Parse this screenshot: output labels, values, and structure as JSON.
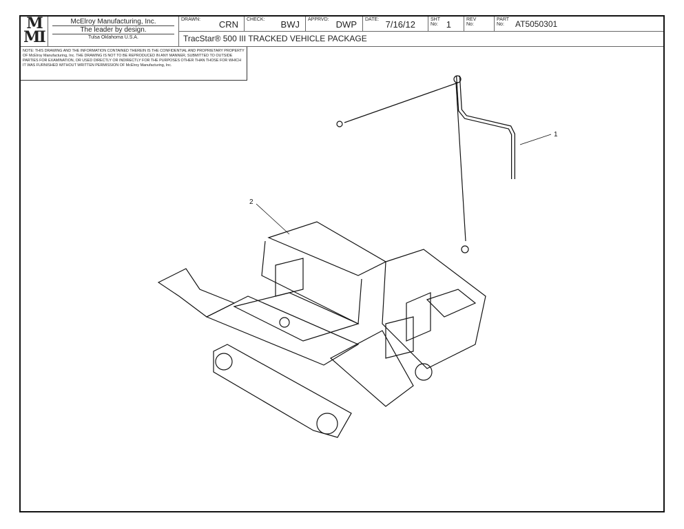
{
  "title_block": {
    "logo": "MMI",
    "company": "McElroy Manufacturing, Inc.",
    "tagline": "The leader by design.",
    "location": "Tulsa Oklahoma U.S.A.",
    "drawn_label": "DRAWN:",
    "drawn": "CRN",
    "check_label": "CHECK:",
    "check": "BWJ",
    "apprvd_label": "APPRVD:",
    "apprvd": "DWP",
    "date_label": "DATE:",
    "date": "7/16/12",
    "sht_label": "SHT No:",
    "sht": "1",
    "rev_label": "REV No:",
    "part_label": "PART No:",
    "part": "AT5050301",
    "title": "TracStar® 500 III TRACKED VEHICLE PACKAGE"
  },
  "note": "NOTE: THIS DRAWING AND THE INFORMATION CONTAINED THEREIN IS THE CONFIDENTIAL AND PROPRIETARY PROPERTY OF McElroy Manufacturing, Inc. THE DRAWING IS NOT TO BE REPRODUCED IN ANY MANNER, SUBMITTED TO OUTSIDE PARTIES FOR EXAMINATION, OR USED DIRECTLY OR INDIRECTLY FOR THE PURPOSES OTHER THAN THOSE FOR WHICH IT WAS FURNISHED WITHOUT WRITTEN PERMISSION OF McElroy Manufacturing, Inc.",
  "balloons": {
    "item1": "1",
    "item2": "2"
  }
}
